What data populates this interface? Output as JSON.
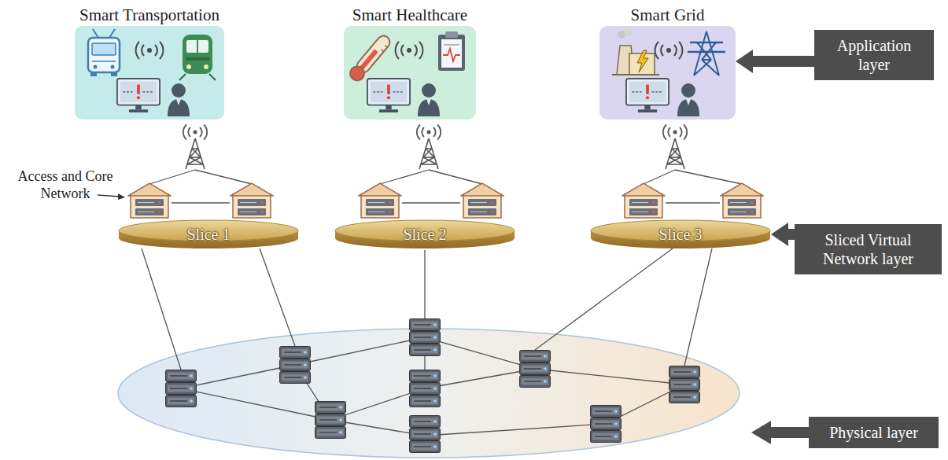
{
  "diagram": {
    "nodes": [
      {
        "text": [
          "Smart Transportation"
        ]
      },
      {
        "text": [
          "Smart Healthcare"
        ]
      },
      {
        "text": [
          "Smart Grid"
        ]
      },
      {
        "text": [
          "Application layer"
        ]
      },
      {
        "text": [
          "Slice 1"
        ]
      },
      {
        "text": [
          "Slice 2"
        ]
      },
      {
        "text": [
          "Slice 3"
        ]
      },
      {
        "text": [
          "Sliced Virtual Network layer"
        ]
      },
      {
        "text": [
          "Physical layer"
        ]
      }
    ],
    "edges": [
      {
        "from": 3,
        "to": 2,
        "arrow": "to"
      },
      {
        "from": 7,
        "to": 6,
        "arrow": "to"
      }
    ],
    "labels": [
      "Access and Core Network"
    ]
  }
}
